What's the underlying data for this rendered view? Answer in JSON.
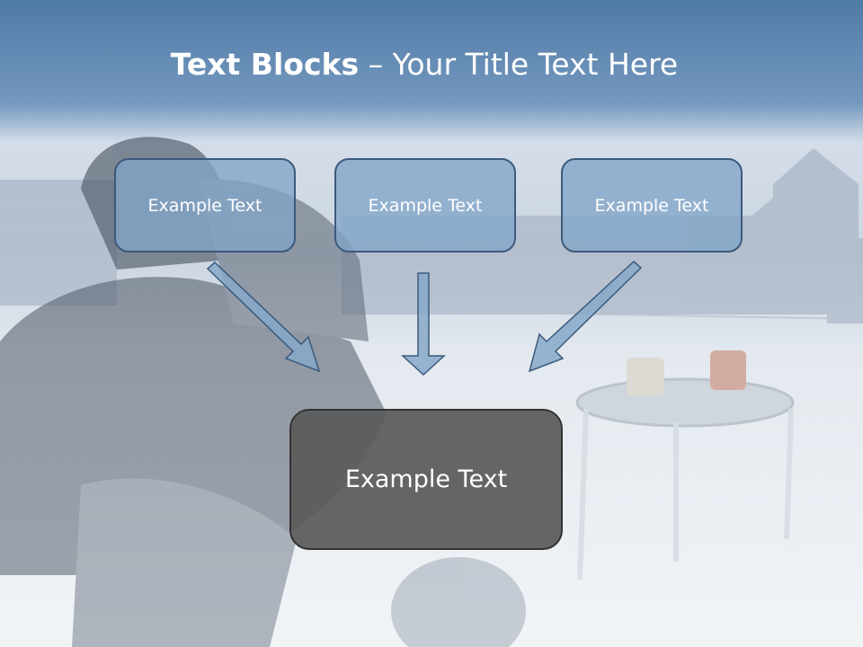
{
  "title": {
    "bold": "Text Blocks",
    "dash": " – ",
    "rest": "Your Title Text Here"
  },
  "blocks": [
    {
      "label": "Example Text"
    },
    {
      "label": "Example Text"
    },
    {
      "label": "Example Text"
    }
  ],
  "result": {
    "label": "Example Text"
  },
  "colors": {
    "header": "#5b85b0",
    "box_fill": "#87a8c9",
    "box_border": "#3b5a7c",
    "result_fill": "#5a5a5a",
    "arrow": "#87a8c9"
  }
}
